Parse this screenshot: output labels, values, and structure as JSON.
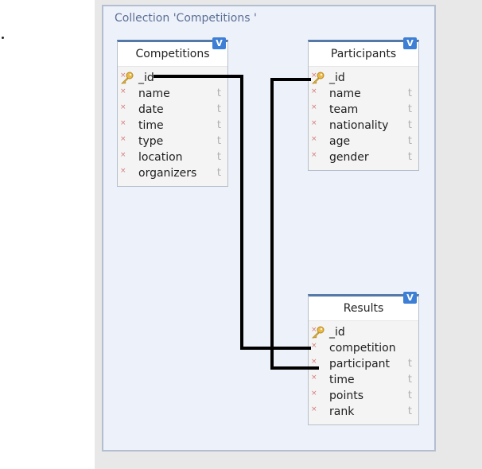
{
  "diagram": {
    "collection_title": "Collection 'Competitions '",
    "badge_label": "V",
    "entities": {
      "competitions": {
        "title": "Competitions",
        "fields": [
          {
            "name": "_id",
            "key": true,
            "type": ""
          },
          {
            "name": "name",
            "key": false,
            "type": "t"
          },
          {
            "name": "date",
            "key": false,
            "type": "t"
          },
          {
            "name": "time",
            "key": false,
            "type": "t"
          },
          {
            "name": "type",
            "key": false,
            "type": "t"
          },
          {
            "name": "location",
            "key": false,
            "type": "t"
          },
          {
            "name": "organizers",
            "key": false,
            "type": "t"
          }
        ]
      },
      "participants": {
        "title": "Participants",
        "fields": [
          {
            "name": "_id",
            "key": true,
            "type": ""
          },
          {
            "name": "name",
            "key": false,
            "type": "t"
          },
          {
            "name": "team",
            "key": false,
            "type": "t"
          },
          {
            "name": "nationality",
            "key": false,
            "type": "t"
          },
          {
            "name": "age",
            "key": false,
            "type": "t"
          },
          {
            "name": "gender",
            "key": false,
            "type": "t"
          }
        ]
      },
      "results": {
        "title": "Results",
        "fields": [
          {
            "name": "_id",
            "key": true,
            "type": ""
          },
          {
            "name": "competition",
            "key": false,
            "type": ""
          },
          {
            "name": "participant",
            "key": false,
            "type": "t"
          },
          {
            "name": "time",
            "key": false,
            "type": "t"
          },
          {
            "name": "points",
            "key": false,
            "type": "t"
          },
          {
            "name": "rank",
            "key": false,
            "type": "t"
          }
        ]
      }
    },
    "relationships": [
      {
        "from": "competitions._id",
        "to": "results.competition"
      },
      {
        "from": "participants._id",
        "to": "results.participant"
      }
    ],
    "colors": {
      "header_border": "#5479a8",
      "badge": "#3e7fd6",
      "collection_bg": "#edf1f9",
      "relationship_line": "#000000",
      "required_marker": "#d57b7b"
    }
  }
}
